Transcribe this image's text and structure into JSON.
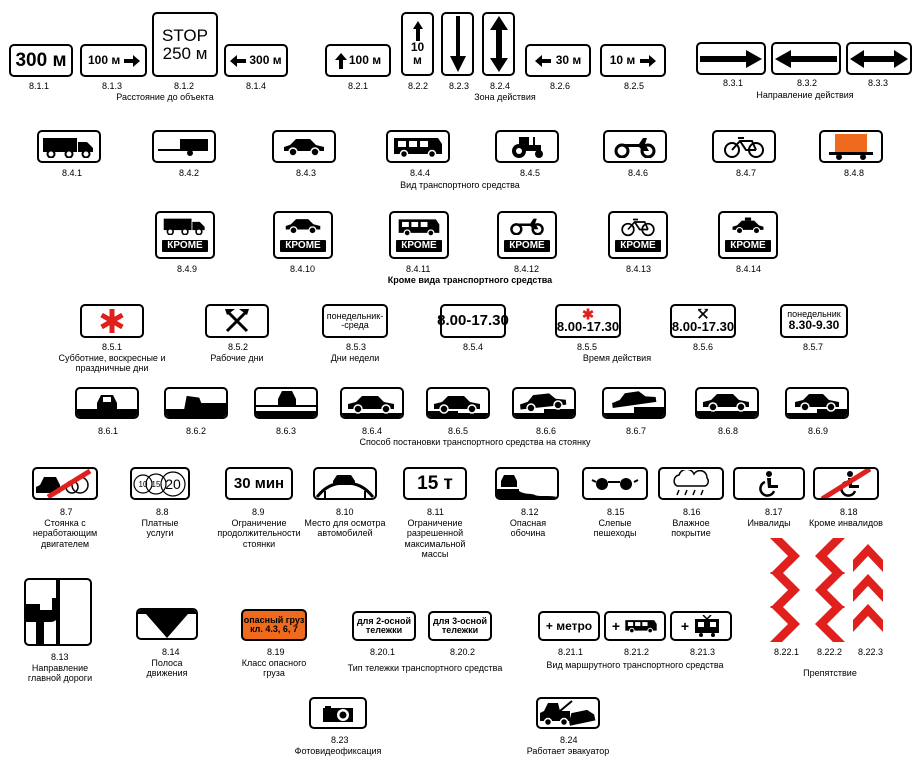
{
  "row1": {
    "s811": {
      "text": "300 м",
      "num": "8.1.1"
    },
    "s813": {
      "text": "100 м",
      "num": "8.1.3"
    },
    "s812": {
      "line1": "STOP",
      "line2": "250 м",
      "num": "8.1.2"
    },
    "s814": {
      "text": "300 м",
      "num": "8.1.4"
    },
    "caption_distance": "Расстояние до объекта",
    "s821": {
      "text": "100 м",
      "num": "8.2.1"
    },
    "s822": {
      "line1": "10",
      "line2": "м",
      "num": "8.2.2"
    },
    "s823": {
      "num": "8.2.3"
    },
    "s824": {
      "num": "8.2.4"
    },
    "s826": {
      "text": "30 м",
      "num": "8.2.6"
    },
    "s825": {
      "text": "10 м",
      "num": "8.2.5"
    },
    "caption_zone": "Зона действия",
    "s831": {
      "num": "8.3.1"
    },
    "s832": {
      "num": "8.3.2"
    },
    "s833": {
      "num": "8.3.3"
    },
    "caption_direction": "Направление действия"
  },
  "row2": {
    "nums": [
      "8.4.1",
      "8.4.2",
      "8.4.3",
      "8.4.4",
      "8.4.5",
      "8.4.6",
      "8.4.7",
      "8.4.8"
    ],
    "caption": "Вид транспортного средства"
  },
  "row3": {
    "krome": "КРОМЕ",
    "nums": [
      "8.4.9",
      "8.4.10",
      "8.4.11",
      "8.4.12",
      "8.4.13",
      "8.4.14"
    ],
    "caption": "Кроме вида  транспортного средства"
  },
  "row4": {
    "s851": {
      "num": "8.5.1",
      "caption": "Субботние, воскресные и праздничные дни"
    },
    "s852": {
      "num": "8.5.2",
      "caption": "Рабочие дни"
    },
    "s853": {
      "text": "понедельник--среда",
      "num": "8.5.3",
      "caption": "Дни недели"
    },
    "s854": {
      "from": "8.00",
      "to": "17.30",
      "num": "8.5.4"
    },
    "s855": {
      "from": "8.00",
      "to": "17.30",
      "num": "8.5.5",
      "caption": "Время действия"
    },
    "s856": {
      "from": "8.00",
      "to": "17.30",
      "num": "8.5.6"
    },
    "s857": {
      "line1": "понедельник",
      "from": "8.30",
      "to": "9.30",
      "num": "8.5.7"
    }
  },
  "row5": {
    "nums": [
      "8.6.1",
      "8.6.2",
      "8.6.3",
      "8.6.4",
      "8.6.5",
      "8.6.6",
      "8.6.7",
      "8.6.8",
      "8.6.9"
    ],
    "caption": "Способ постановки транспортного средства на стоянку"
  },
  "row6": {
    "s87": {
      "num": "8.7",
      "caption": "Стоянка с неработающим двигателем"
    },
    "s88": {
      "coins": [
        "10",
        "15",
        "20"
      ],
      "num": "8.8",
      "caption": "Платные услуги"
    },
    "s89": {
      "text": "30 мин",
      "num": "8.9",
      "caption": "Ограничение продолжительности стоянки"
    },
    "s810": {
      "num": "8.10",
      "caption": "Место для осмотра автомобилей"
    },
    "s811b": {
      "text": "15 т",
      "num": "8.11",
      "caption": "Ограничение разрешенной максимальной массы"
    },
    "s812b": {
      "num": "8.12",
      "caption": "Опасная обочина"
    },
    "s815": {
      "num": "8.15",
      "caption": "Слепые пешеходы"
    },
    "s816": {
      "num": "8.16",
      "caption": "Влажное покрытие"
    },
    "s817": {
      "num": "8.17",
      "caption": "Инвалиды"
    },
    "s818": {
      "num": "8.18",
      "caption": "Кроме инвалидов"
    }
  },
  "row7": {
    "s813b": {
      "num": "8.13",
      "caption": "Направление главной дороги"
    },
    "s814b": {
      "num": "8.14",
      "caption": "Полоса движения"
    },
    "s819": {
      "line1": "опасный груз",
      "line2": "кл. 4.3, 6, 7",
      "num": "8.19",
      "caption": "Класс опасного груза"
    },
    "s8201": {
      "line1": "для 2-осной",
      "line2": "тележки",
      "num": "8.20.1"
    },
    "s8202": {
      "line1": "для 3-осной",
      "line2": "тележки",
      "num": "8.20.2"
    },
    "caption_cart": "Тип тележки транспортного средства",
    "s8211": {
      "text": "+ метро",
      "num": "8.21.1"
    },
    "s8212": {
      "num": "8.21.2"
    },
    "s8213": {
      "num": "8.21.3"
    },
    "caption_route": "Вид маршрутного транспортного средства",
    "s8221": {
      "num": "8.22.1"
    },
    "s8222": {
      "num": "8.22.2"
    },
    "s8223": {
      "num": "8.22.3"
    },
    "caption_obstacle": "Препятствие"
  },
  "row8": {
    "s823b": {
      "num": "8.23",
      "caption": "Фотовидеофиксация"
    },
    "s824b": {
      "num": "8.24",
      "caption": "Работает эвакуатор"
    }
  },
  "colors": {
    "red": "#e0201c",
    "orange": "#f06a1e",
    "black": "#000000",
    "white": "#ffffff"
  }
}
